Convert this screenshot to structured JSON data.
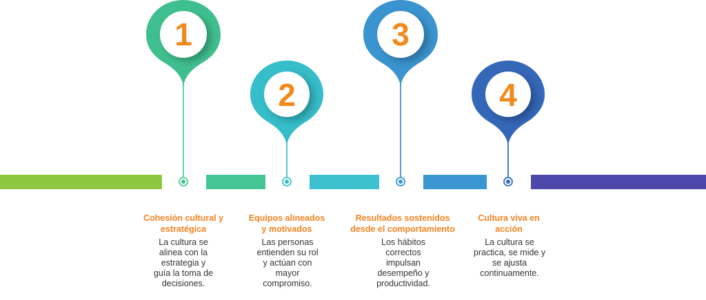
{
  "bars": [
    {
      "name": "segment-1",
      "color": "#8dc63f"
    },
    {
      "name": "segment-2",
      "color": "#45c495"
    },
    {
      "name": "segment-3",
      "color": "#3dc1cf"
    },
    {
      "name": "segment-4",
      "color": "#3a96d0"
    },
    {
      "name": "segment-5",
      "color": "#4c49aa"
    }
  ],
  "steps": [
    {
      "number": "1",
      "color": "#3fbf8f",
      "accent": "#5fcfa3",
      "title": "Cohesión cultural y estratégica",
      "description": "La cultura se alinea con la estrategia y guía la toma de decisiones."
    },
    {
      "number": "2",
      "color": "#35bdc9",
      "accent": "#52c8d2",
      "title": "Equipos alineados y motivados",
      "description": "Las personas entienden su rol y actúan con mayor compromiso."
    },
    {
      "number": "3",
      "color": "#3a94cf",
      "accent": "#4aa0d6",
      "title": "Resultados sostenidos desde el comportamiento",
      "description": "Los hábitos correctos impulsan desempeño y productividad."
    },
    {
      "number": "4",
      "color": "#3467b8",
      "accent": "#4a7cc6",
      "title": "Cultura viva en acción",
      "description": "La cultura se practica, se mide y se ajusta continuamente."
    }
  ],
  "colors": {
    "title": "#f5821f",
    "number": "#f08a1c",
    "text": "#333333"
  }
}
